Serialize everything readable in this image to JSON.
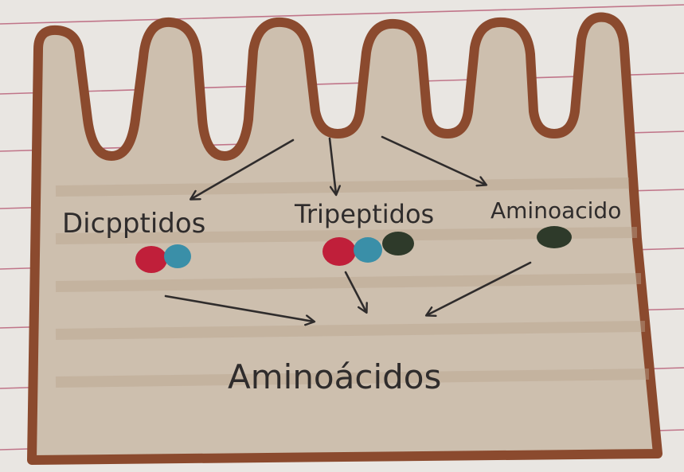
{
  "labels": {
    "dipeptides": "Dicpptidos",
    "tripeptides": "Tripeptidos",
    "amino_acid": "Aminoacido",
    "product": "Aminoácidos"
  },
  "colors": {
    "paper": "#e9e6e2",
    "ruled_line": "#b3506c",
    "cell_outline": "#8b4a2e",
    "cell_fill": "#cdbfae",
    "ink": "#2f2c2c",
    "bead_red": "#c01f3a",
    "bead_blue": "#3a8fa8",
    "bead_dark": "#2e3a2a"
  },
  "molecules": {
    "dipeptide": [
      "bead_red",
      "bead_blue"
    ],
    "tripeptide": [
      "bead_red",
      "bead_blue",
      "bead_dark"
    ],
    "amino_acid": [
      "bead_dark"
    ]
  }
}
